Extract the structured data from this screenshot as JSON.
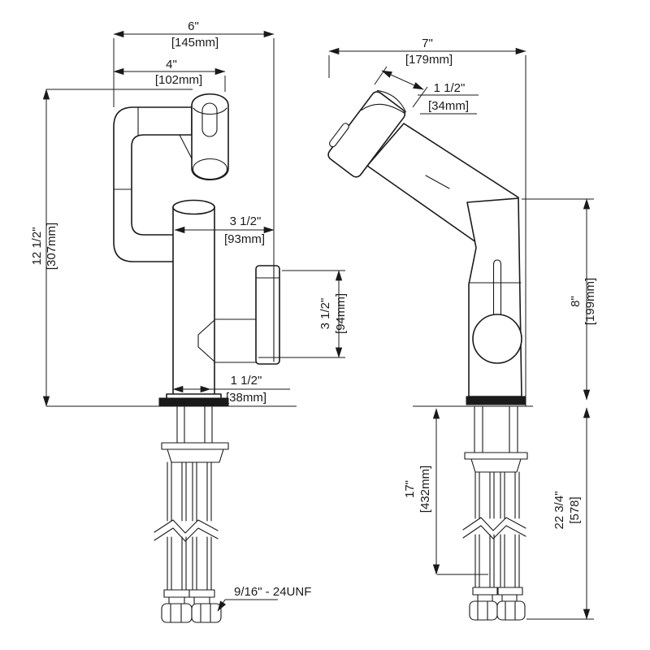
{
  "drawing": {
    "type": "technical-dimension-drawing",
    "subject": "pull-out rotatable bathroom faucet, front and side views",
    "units": "inches with millimetre equivalents in brackets",
    "colors": {
      "line": "#1a1a1a",
      "background": "#ffffff"
    }
  },
  "dims": {
    "front_total_width": {
      "in": "6\"",
      "mm": "[145mm]"
    },
    "front_spout_width": {
      "in": "4\"",
      "mm": "[102mm]"
    },
    "front_total_height": {
      "in": "12 1/2\"",
      "mm": "[307mm]"
    },
    "spout_reach": {
      "in": "3 1/2\"",
      "mm": "[93mm]"
    },
    "handle_height": {
      "in": "3 1/2\"",
      "mm": "[94mm]"
    },
    "base_diameter": {
      "in": "1 1/2\"",
      "mm": "[38mm]"
    },
    "side_total_width": {
      "in": "7\"",
      "mm": "[179mm]"
    },
    "head_diameter": {
      "in": "1 1/2\"",
      "mm": "[34mm]"
    },
    "body_height": {
      "in": "8\"",
      "mm": "[199mm]"
    },
    "hose_length": {
      "in": "17\"",
      "mm": "[432mm]"
    },
    "total_height": {
      "in": "22 3/4\"",
      "mm": "[578]"
    },
    "thread_spec": "9/16\" - 24UNF"
  }
}
